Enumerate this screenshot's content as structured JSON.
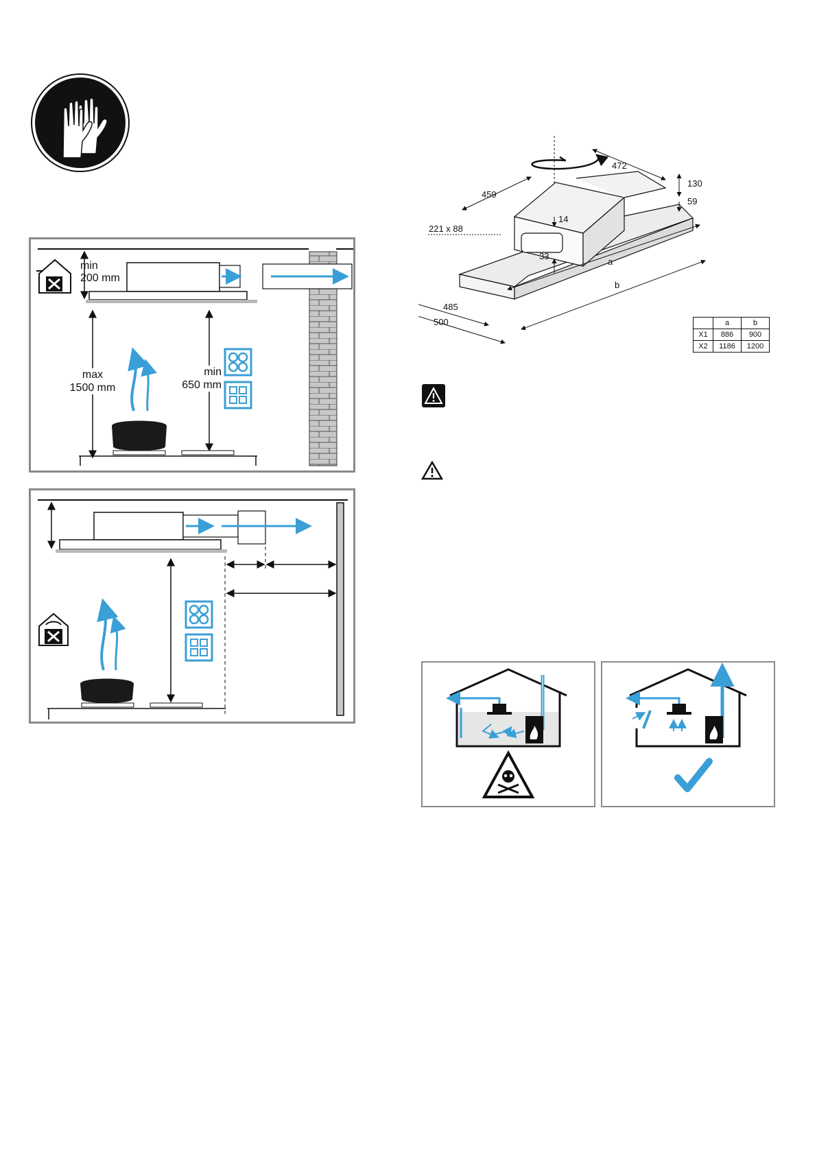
{
  "icons": {
    "gloves": "protective-gloves-icon",
    "warning_1": "warning-triangle-icon",
    "warning_2": "warning-triangle-icon",
    "toxic": "skull-crossbones-warning-icon",
    "check": "checkmark-icon",
    "house_exhaust": "house-exhaust-mode-icon",
    "house_recirc": "house-recirculation-mode-icon",
    "hob_gas": "gas-hob-icon",
    "hob_electric": "electric-hob-icon"
  },
  "colors": {
    "accent_blue": "#3a9fd6",
    "frame_gray": "#8a8a8a",
    "dark": "#111111"
  },
  "panel1": {
    "min_label": "min",
    "min_value": "200 mm",
    "max_label": "max",
    "max_value": "1500 mm",
    "min2_label": "min",
    "min2_value": "650 mm"
  },
  "dimensions": {
    "d472": "472",
    "d459": "459",
    "d130": "130",
    "d59": "59",
    "d221": "221 x 88",
    "d14": "14",
    "d33": "33",
    "da": "a",
    "db": "b",
    "d485": "485",
    "d500": "500"
  },
  "table": {
    "headers": [
      "",
      "a",
      "b"
    ],
    "rows": [
      [
        "X1",
        "886",
        "900"
      ],
      [
        "X2",
        "1186",
        "1200"
      ]
    ]
  }
}
